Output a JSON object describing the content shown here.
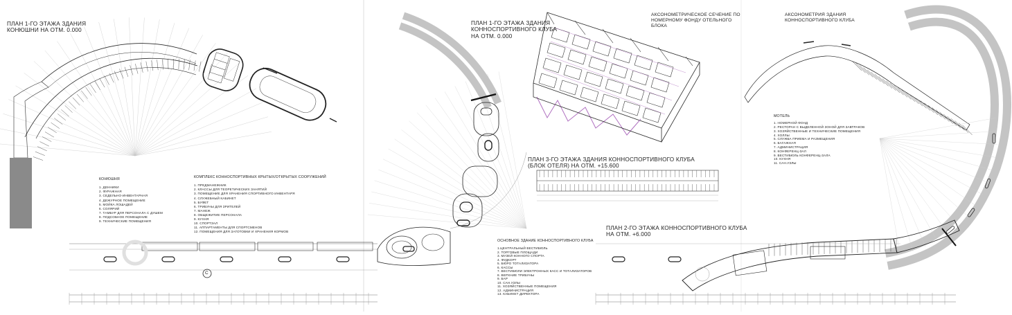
{
  "titles": {
    "stables_plan": "ПЛАН 1-ГО ЭТАЖА ЗДАНИЯ\nКОНЮШНИ НА ОТМ. 0.000",
    "club_plan_1": "ПЛАН 1-ГО ЭТАЖА ЗДАНИЯ\nКОННОСПОРТИВНОГО КЛУБА\nНА ОТМ. 0.000",
    "axon_section": "АКСОНОМЕТРИЧЕСКОЕ СЕЧЕНИЕ ПО\nНОМЕРНОМУ ФОНДУ ОТЕЛЬНОГО\nБЛОКА",
    "axon_building": "АКСОНОМЕТРИЯ ЗДАНИЯ\nКОННОСПОРТИВНОГО КЛУБА",
    "plan_3": "ПЛАН 3-ГО ЭТАЖА ЗДАНИЯ КОННОСПОРТИВНОГО КЛУБА\n(БЛОК ОТЕЛЯ) НА ОТМ. +15.600",
    "plan_2": "ПЛАН 2-ГО ЭТАЖА КОННОСПОРТИВНОГО КЛУБА\nНА ОТМ. +6.000"
  },
  "legends": {
    "stables": {
      "heading": "КОНЮШНЯ",
      "items": [
        "1. ДЕННИКИ",
        "2. ФУРАЖНАЯ",
        "3. СЕДЕЛЬНО-ИНВЕНТАРНАЯ",
        "4. ДЕЖУРНОЕ ПОМЕЩЕНИЕ",
        "5. МОЙКА ЛОШАДЕЙ",
        "6. СОЛЯРИЙ",
        "7. ТАМБУР ДЛЯ ПЕРСОНАЛА С ДУШЕМ",
        "8. ПОДСОБНОЕ ПОМЕЩЕНИЕ",
        "9. ТЕХНИЧЕСКИЕ ПОМЕЩЕНИЯ"
      ]
    },
    "complex": {
      "heading": "КОМПЛЕКС КОННОСПОРТИВНЫХ КРЫТЫХ/ОТКРЫТЫХ СООРУЖЕНИЙ",
      "items": [
        "1. ПРЕДМАНЕЖНИК",
        "2. КЛАССЫ ДЛЯ ТЕОРЕТИЧЕСКИХ ЗАНЯТИЙ",
        "3. ПОМЕЩЕНИЕ ДЛЯ ХРАНЕНИЯ СПОРТИВНОГО ИНВЕНТАРЯ",
        "4. СЛУЖЕБНЫЙ КАБИНЕТ",
        "5. БУФЕТ",
        "6. ТРИБУНЫ ДЛЯ ЗРИТЕЛЕЙ",
        "7. МАНЕЖ",
        "8. ОБЩЕЖИТИЕ ПЕРСОНАЛА",
        "9. КУХНЯ",
        "10. СПОРТЗАЛ",
        "11. АППАРТАМЕНТЫ ДЛЯ СПОРТСМЕНОВ",
        "12. ПОМЕЩЕНИЯ ДЛЯ ЗАГОТОВКИ И ХРАНЕНИЯ КОРМОВ"
      ]
    },
    "main_building": {
      "heading": "ОСНОВНОЕ ЗДАНИЕ КОННОСПОРТИВНОГО КЛУБА",
      "items": [
        "1.ЦЕНТРАЛЬНЫЙ ВЕСТИБЮЛЬ",
        "2. ТОРГОВЫЕ ПЛОЩАДИ",
        "3. МУЗЕЙ КОННОГО СПОРТА",
        "4. ФУДКОРТ",
        "5. БЮРО ТОТАЛИЗАТОРА",
        "6. КАССЫ",
        "7. ВЕСТИБЮЛИ ЭЛЕКТРОННЫХ КАСС И ТОТАЛИЗАТОРОВ",
        "8. ВЕРХНИЕ ТРИБУНЫ",
        "9. БАР",
        "10. САН.УЗЛЫ",
        "11. ХОЗЯЙСТВЕННЫЕ ПОМЕЩЕНИЯ",
        "12. АДМИНИСТРАЦИЯ",
        "13. КАБИНЕТ ДИРЕКТОРА"
      ]
    },
    "motel": {
      "heading": "МОТЕЛЬ",
      "items": [
        "1. НОМЕРНОЙ ФОНД",
        "2. РЕСТОРАН С ВЫДЕЛЕННОЙ ЗОНОЙ ДЛЯ ЗАВТРАКОВ",
        "3. ХОЗЯЙСТВЕННЫЕ И ТЕХНИЧЕСКИЕ ПОМЕЩЕНИЯ",
        "4. ХОЛЛЫ",
        "5. СЛУЖБА ПРИЕМА И РАЗМЕЩЕНИЯ",
        "6. БАГАЖНАЯ",
        "7. АДМИНИСТРАЦИЯ",
        "8. КОНФЕРЕНЦ-ЗАЛ",
        "9. ВЕСТИБЮЛЬ КОНФЕРЕНЦ-ЗАЛА",
        "10. КУХНЯ",
        "11. САН.УЗЛЫ"
      ]
    }
  },
  "markers": {
    "north_mark": "С"
  },
  "colors": {
    "line": "#2a2a2a",
    "thin": "#9a9a9a",
    "track": "#bdbdbd",
    "axis": "#b070c0",
    "fill_dark": "#8a8a8a"
  }
}
